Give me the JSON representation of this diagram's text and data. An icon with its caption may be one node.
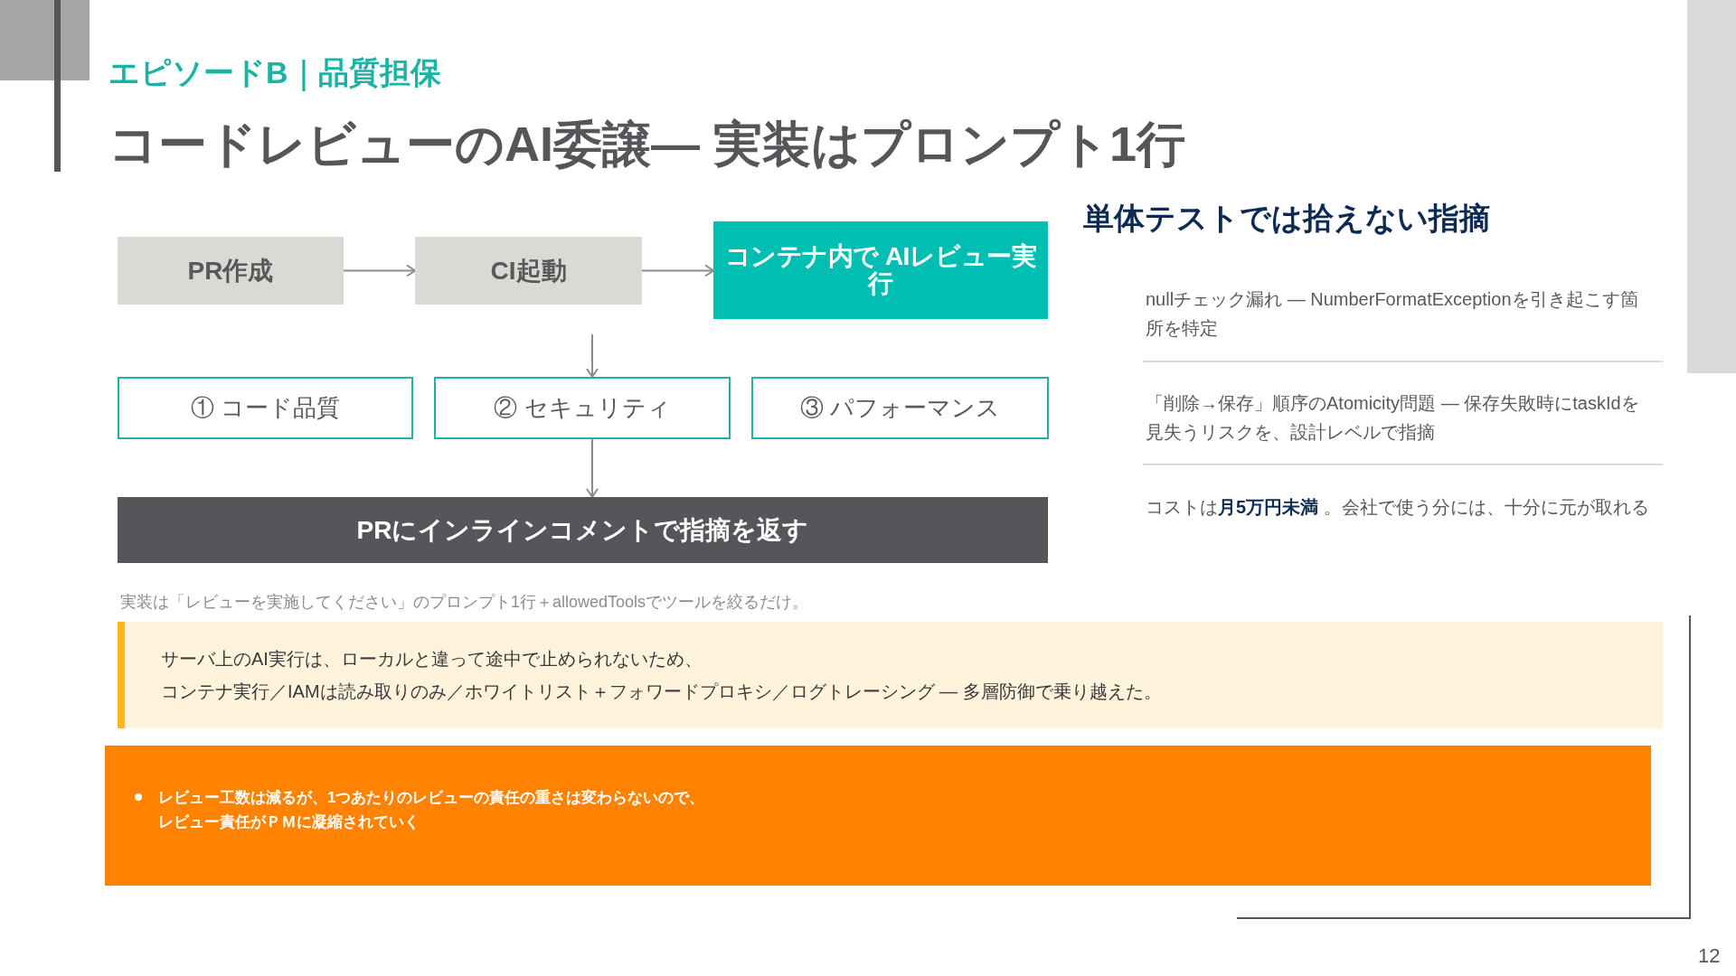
{
  "diagram": {
    "title": "コードレビューのAI委譲— 実装はプロンプト1行",
    "nodes": [
      {
        "text": [
          "PR作成"
        ]
      },
      {
        "text": [
          "CI起動"
        ]
      },
      {
        "text": [
          "コンテナ内で AIレビュー実行"
        ]
      },
      {
        "text": [
          "① コード品質"
        ]
      },
      {
        "text": [
          "② セキュリティ"
        ]
      },
      {
        "text": [
          "③ パフォーマンス"
        ]
      },
      {
        "text": [
          "PRにインラインコメントで指摘を返す"
        ]
      },
      {
        "text": [
          "サーバ上のAI実行は、ローカルと違って途中で止められないため、",
          "コンテナ実行／IAMは読み取りのみ／ホワイトリスト＋フォワードプロキシ／ログトレーシング — 多層防御で乗り越えた。"
        ]
      },
      {
        "text": [
          "レビュー工数は減るが、1つあたりのレビューの責任の重さは変わらないので、",
          "レビュー責任がＰＭに凝縮されていく"
        ]
      }
    ],
    "edges": [
      {
        "from": 0,
        "to": 1,
        "arrow": "to"
      },
      {
        "from": 1,
        "to": 2,
        "arrow": "to"
      },
      {
        "from": null,
        "to": 4,
        "arrow": "to"
      },
      {
        "from": 4,
        "to": 6,
        "arrow": "to"
      }
    ],
    "labels": [
      "エピソードB｜品質担保",
      "単体テストでは拾えない指摘",
      "nullチェック漏れ — NumberFormatExceptionを引き起こす箇所を特定",
      "「削除→保存」順序のAtomicity問題 — 保存失敗時にtaskIdを見失うリスクを、設計レベルで指摘",
      "コストは**月5万円未満** 。会社で使う分には、十分に元が取れる",
      "実装は「レビューを実施してください」のプロンプト1行＋allowedToolsでツールを絞るだけ。",
      "12"
    ]
  }
}
